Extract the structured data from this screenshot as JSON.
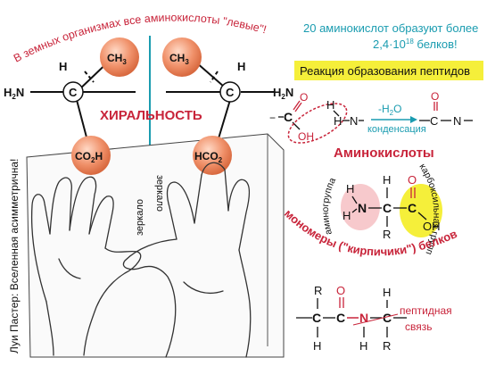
{
  "top_arc_text": "В земных организмах все аминокислоты \"левые\"!",
  "chirality_label": "ХИРАЛЬНОСТЬ",
  "molecule": {
    "ch3": "CH3",
    "c": "C",
    "h": "H",
    "h2n": "H2N",
    "co2h": "CO2H",
    "hco2": "HCO2"
  },
  "mirror_label": "зеркало",
  "mirror_label_reversed": "зеркало",
  "pasteur_quote": "Луи Пастер: Вселенная асимметрична!",
  "info_text_line1": "20 аминокислот образуют более",
  "info_text_line2": "2,4·10",
  "info_text_exp": "18",
  "info_text_line2_end": " белков!",
  "peptide_reaction_title": "Реакция образования пептидов",
  "reaction": {
    "minus_water": "-H2O",
    "condensation": "конденсация"
  },
  "amino_acids_title": "Аминокислоты",
  "amino_group_label": "аминогруппа",
  "carboxyl_group_label": "карбоксильная группа",
  "monomers_label": "мономеры (\"кирпичики\") белков",
  "peptide_bond_label_1": "пептидная",
  "peptide_bond_label_2": "связь",
  "atoms": {
    "N": "N",
    "O": "O",
    "C": "C",
    "R": "R",
    "H": "H",
    "OH": "OH"
  },
  "colors": {
    "red": "#c8243a",
    "teal": "#1a9cb0",
    "orange_ball": "#f0916a",
    "yellow_highlight": "#f5ef3a",
    "pink_highlight": "#f7c9cc"
  }
}
